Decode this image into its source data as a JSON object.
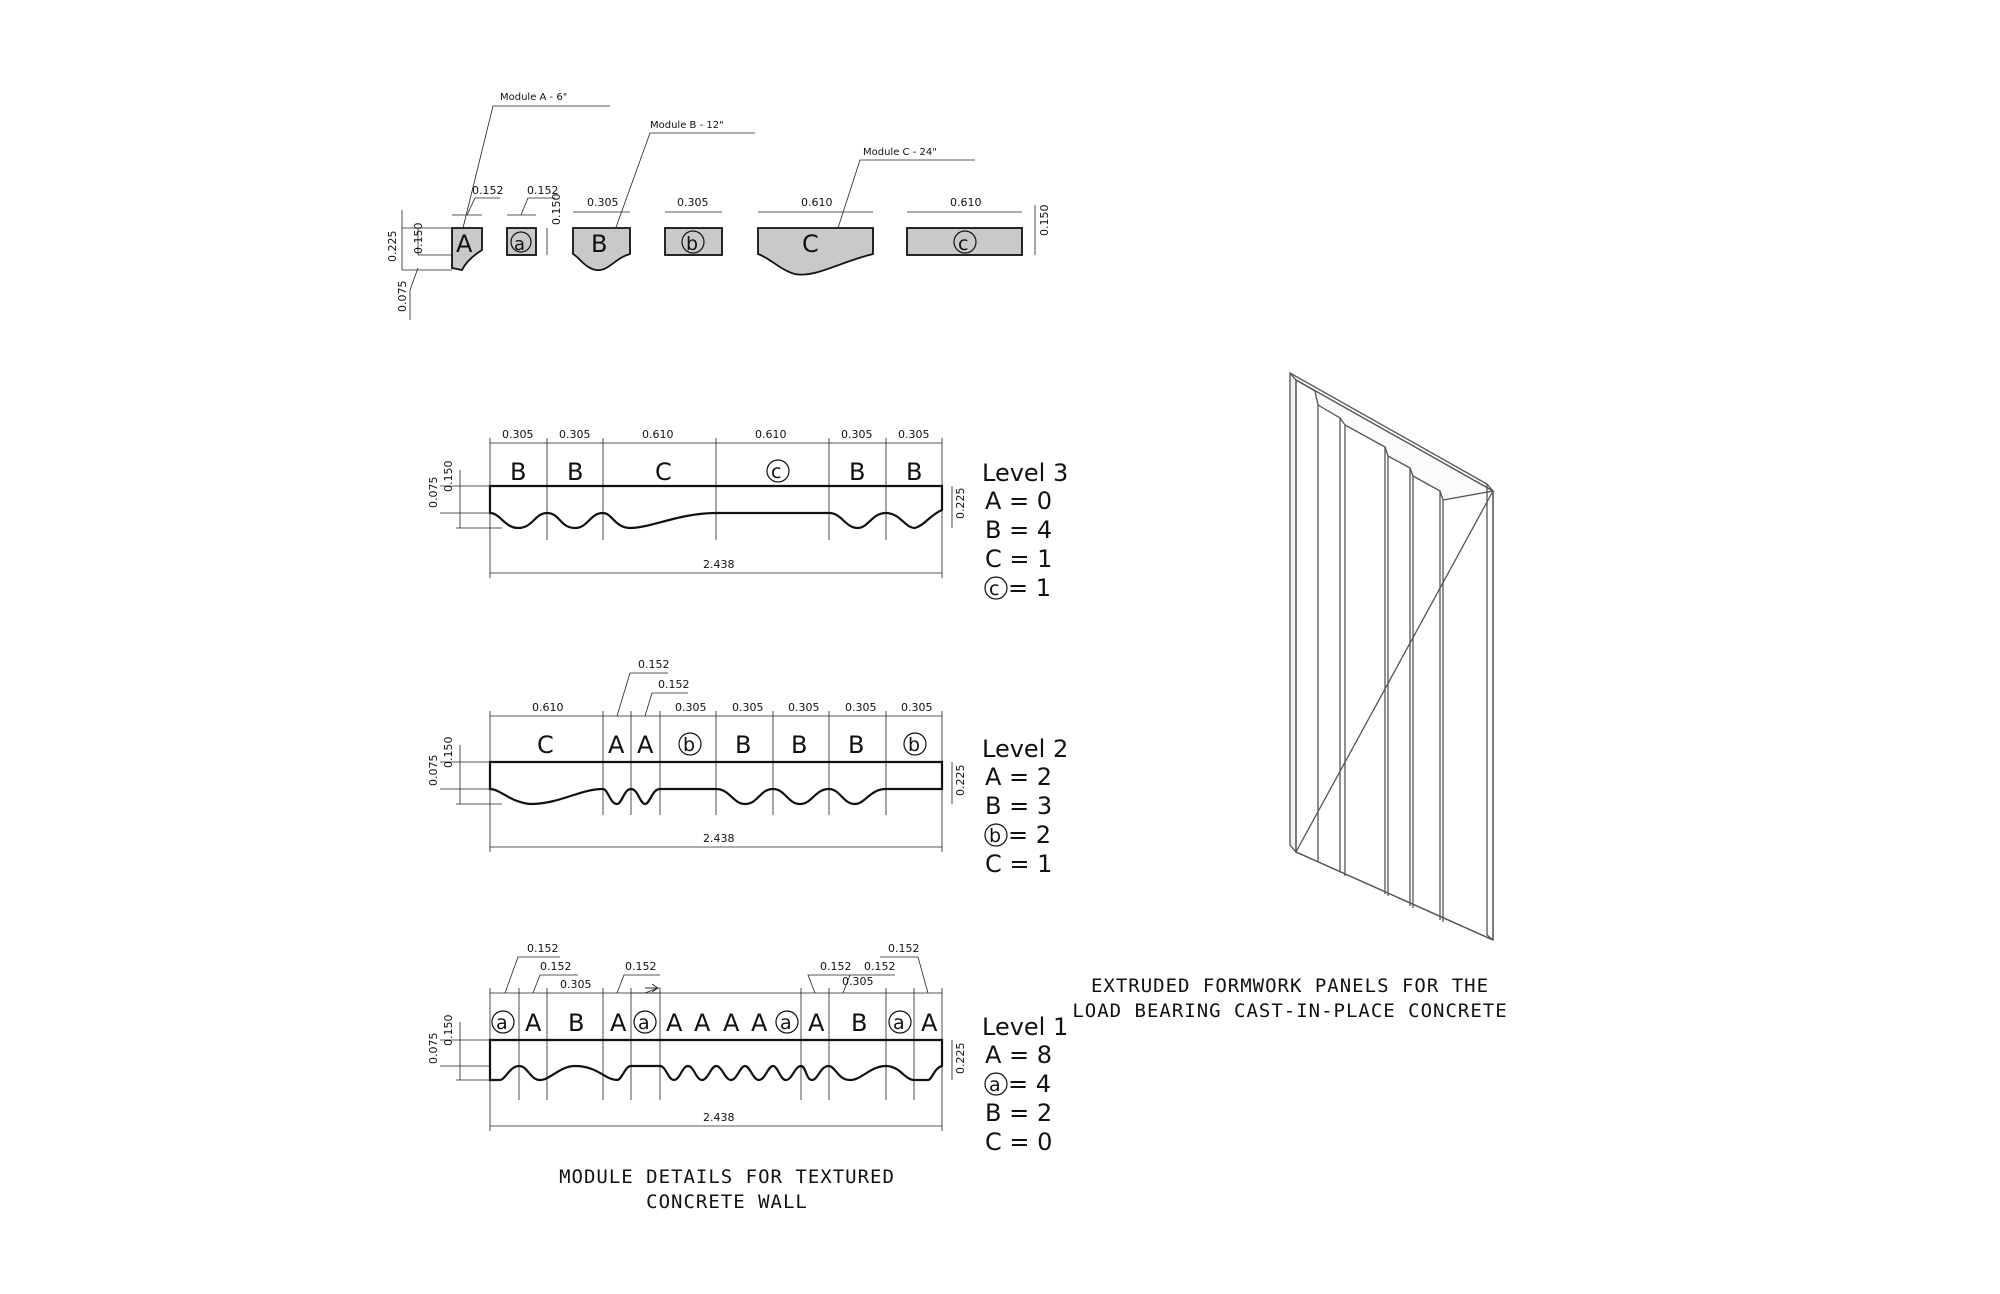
{
  "modules": {
    "callout_a": "Module A - 6\"",
    "callout_b": "Module B - 12\"",
    "callout_c": "Module C - 24\"",
    "labels": [
      "A",
      "a",
      "B",
      "b",
      "C",
      "c"
    ],
    "dims": {
      "w_a": "0.152",
      "w_a2": "0.152",
      "h_a2": "0.150",
      "w_b": "0.305",
      "w_b2": "0.305",
      "w_c": "0.610",
      "w_c2": "0.610",
      "h_c2": "0.150",
      "h_total": "0.225",
      "h_body": "0.150",
      "h_depth": "0.075"
    }
  },
  "level3": {
    "title": "Level 3",
    "counts": [
      "A = 0",
      "B = 4",
      "C = 1",
      "= 1"
    ],
    "count_circle": "c",
    "top_dims": [
      "0.305",
      "0.305",
      "0.610",
      "0.610",
      "0.305",
      "0.305"
    ],
    "letters": [
      "B",
      "B",
      "C",
      "c",
      "B",
      "B"
    ],
    "length": "2.438",
    "left_dims": [
      "0.075",
      "0.150"
    ],
    "right_dim": "0.225"
  },
  "level2": {
    "title": "Level 2",
    "counts": [
      "A = 2",
      "B = 3",
      "= 2",
      "C = 1"
    ],
    "count_circle": "b",
    "top_dims": [
      "0.610",
      "0.152",
      "0.152",
      "0.305",
      "0.305",
      "0.305",
      "0.305",
      "0.305"
    ],
    "letters": [
      "C",
      "A",
      "A",
      "b",
      "B",
      "B",
      "B",
      "b"
    ],
    "length": "2.438",
    "left_dims": [
      "0.075",
      "0.150"
    ],
    "right_dim": "0.225"
  },
  "level1": {
    "title": "Level 1",
    "counts": [
      "A = 8",
      "= 4",
      "B = 2",
      "C = 0"
    ],
    "count_circle": "a",
    "top_dims": [
      "0.152",
      "0.152",
      "0.305",
      "0.152",
      "0.152",
      "0.152",
      "0.305",
      "0.152"
    ],
    "letters": [
      "a",
      "A",
      "B",
      "A",
      "a",
      "A",
      "A",
      "A",
      "A",
      "a",
      "A",
      "B",
      "a",
      "A"
    ],
    "length": "2.438",
    "left_dims": [
      "0.075",
      "0.150"
    ],
    "right_dim": "0.225"
  },
  "captions": {
    "left_line1": "MODULE DETAILS FOR TEXTURED",
    "left_line2": "CONCRETE WALL",
    "right_line1": "EXTRUDED FORMWORK PANELS FOR THE",
    "right_line2": "LOAD BEARING CAST-IN-PLACE CONCRETE"
  }
}
